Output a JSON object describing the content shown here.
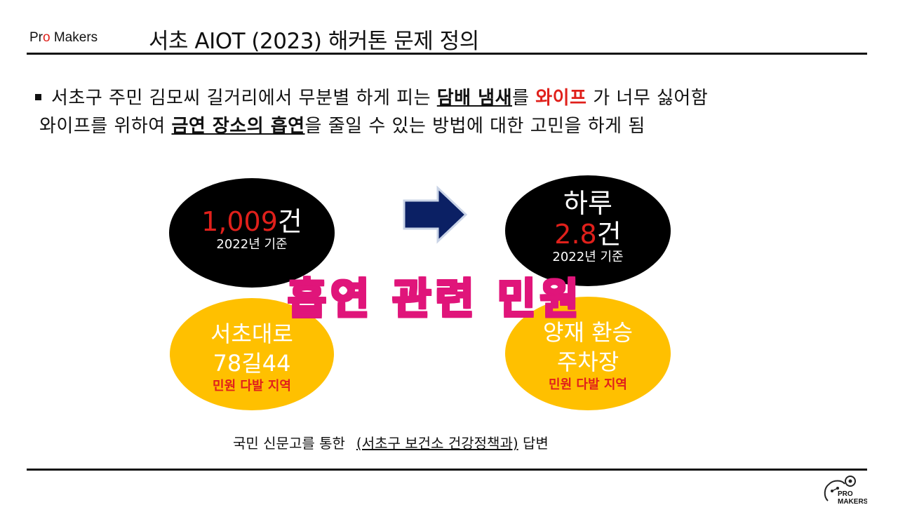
{
  "header": {
    "brand_prefix": "Pr",
    "brand_o": "o",
    "brand_suffix": " Makers",
    "title": "서초 AIOT (2023) 해커톤 문제 정의"
  },
  "description": {
    "line1_a": "서초구 주민 김모씨 길거리에서 무분별 하게 피는 ",
    "line1_u": "담배 냄새",
    "line1_b": "를 ",
    "line1_red": "와이프",
    "line1_c": " 가 너무 싫어함",
    "line2_a": "와이프를 위하여 ",
    "line2_u": "금연 장소의 흡연",
    "line2_b": "을 줄일 수 있는 방법에 대한 고민을 하게 됨"
  },
  "left_stat": {
    "number": "1,009",
    "unit": "건",
    "basis": "2022년 기준"
  },
  "right_stat": {
    "prefix": "하루",
    "number": "2.8",
    "unit": "건",
    "basis": "2022년 기준"
  },
  "left_area": {
    "line1": "서초대로",
    "line2": "78길44",
    "note": "민원 다발 지역"
  },
  "right_area": {
    "line1": "양재 환승",
    "line2": "주차장",
    "note": "민원 다발 지역"
  },
  "overlay_text": "흡연 관련 민원",
  "source": {
    "prefix": "국민 신문고를 통한",
    "underlined": "(서초구 보건소 건강정책과)",
    "suffix": " 답변"
  },
  "logo": {
    "line1": "PRO",
    "line2": "MAKERS"
  },
  "colors": {
    "accent_red": "#e0201b",
    "yellow": "#ffc000",
    "arrow_navy": "#0b2064",
    "overlay_pink": "#e0157a"
  }
}
